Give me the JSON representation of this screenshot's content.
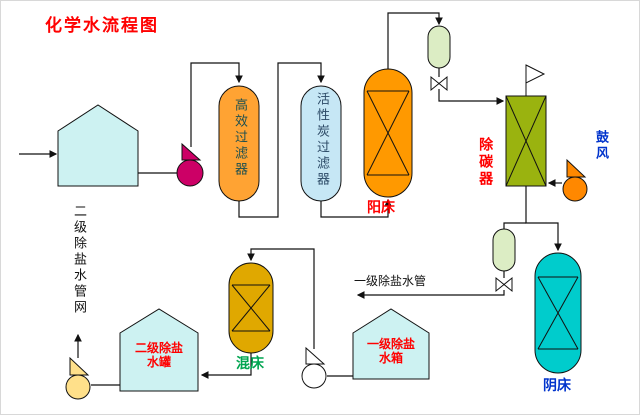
{
  "title": {
    "text": "化学水流程图"
  },
  "labels": {
    "filter_high": "高效过滤器",
    "filter_carbon": "活性炭过滤器",
    "cation_bed": "阳床",
    "decarbonizer": "除碳器",
    "blower": "鼓风",
    "anion_bed": "阴床",
    "primary_pipe": "一级除盐水管",
    "primary_tank_line1": "一级除盐",
    "primary_tank_line2": "水箱",
    "mixed_bed": "混床",
    "secondary_tank_line1": "二级除盐",
    "secondary_tank_line2": "水罐",
    "secondary_pipe_network": "二级除盐水管网"
  },
  "colors": {
    "title": "#ff0000",
    "raw_water_tank": "#cdf2f2",
    "feed_pump": "#cc0066",
    "high_efficiency_filter": "#ffa333",
    "activated_carbon_filter": "#c6e7f5",
    "cation_bed": "#ff9900",
    "small_vessel": "#dcedc4",
    "decarbonizer_column": "#9ab30f",
    "blower_pump": "#ff8800",
    "anion_bed": "#00cccc",
    "mixed_bed": "#e0a800",
    "demin_water_tank": "#cdf2f2",
    "primary_water_pump": "#ffffff",
    "secondary_water_pump": "#ffe08a",
    "valve": "#ffffff",
    "label_red": "#ff0000",
    "label_blue": "#0033cc",
    "label_green": "#00a550",
    "pipe": "#111111"
  }
}
